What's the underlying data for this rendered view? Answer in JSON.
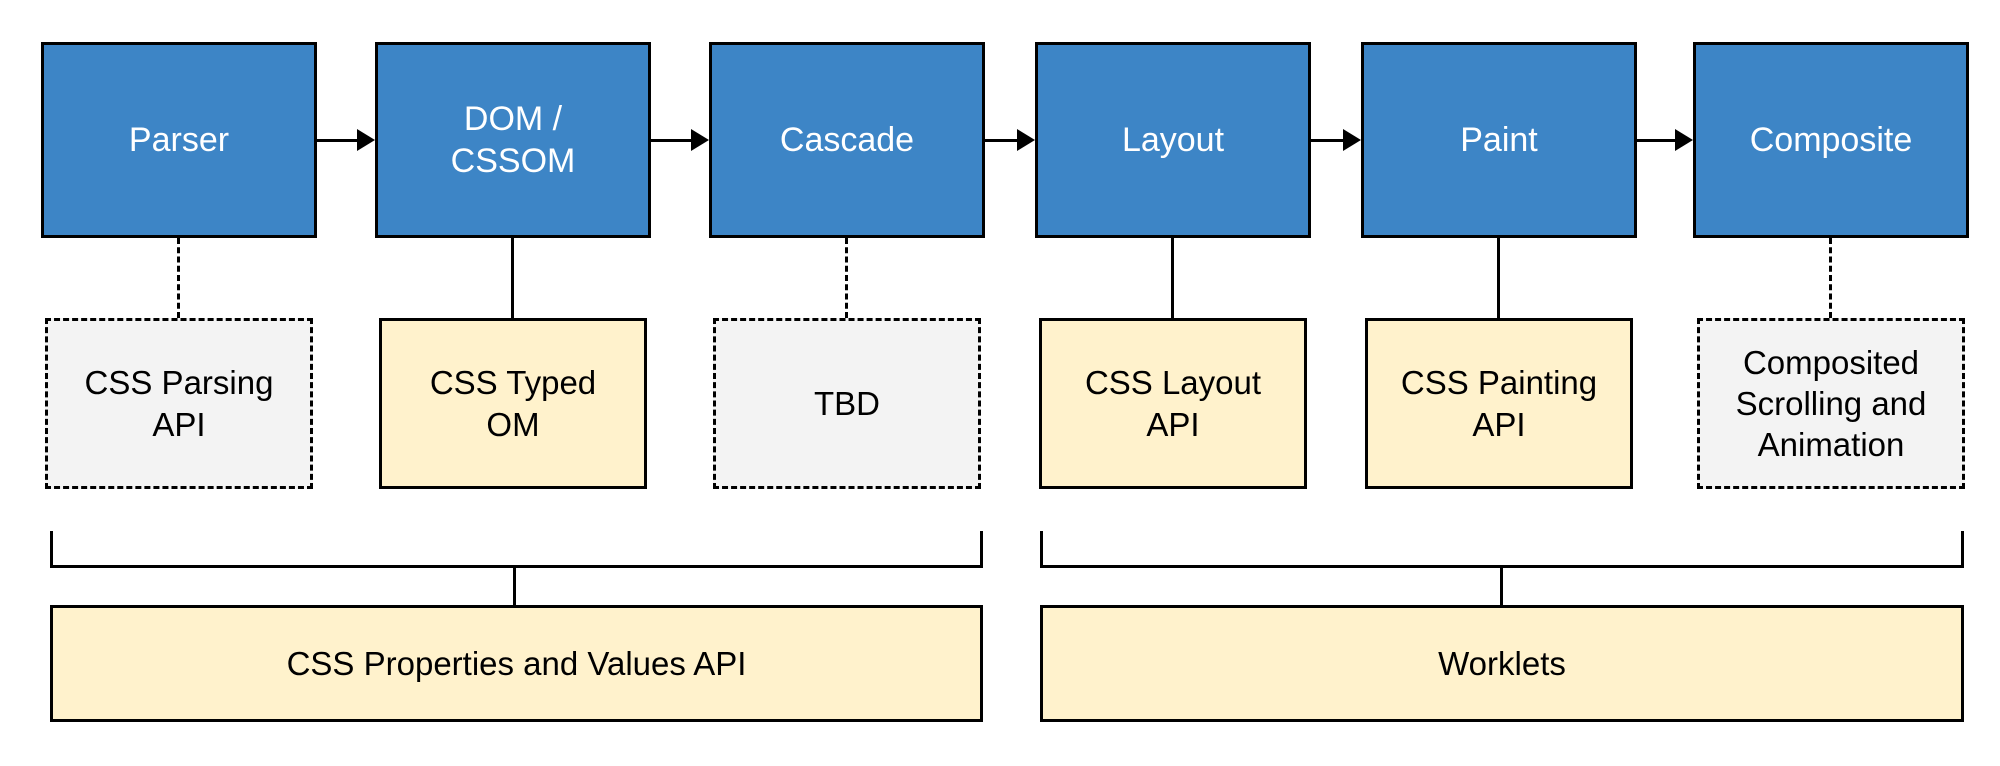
{
  "diagram_type": "css-rendering-pipeline",
  "colors": {
    "stage_fill": "#3d85c6",
    "stage_text": "#ffffff",
    "api_fill_done": "#fff2cc",
    "api_fill_tbd": "#f3f3f3",
    "group_fill": "#fff2cc",
    "line": "#000000",
    "text": "#000000"
  },
  "stages": [
    {
      "label": "Parser",
      "connector": "dashed"
    },
    {
      "label": "DOM /\nCSSOM",
      "connector": "solid"
    },
    {
      "label": "Cascade",
      "connector": "dashed"
    },
    {
      "label": "Layout",
      "connector": "solid"
    },
    {
      "label": "Paint",
      "connector": "solid"
    },
    {
      "label": "Composite",
      "connector": "dashed"
    }
  ],
  "apis": [
    {
      "label": "CSS Parsing\nAPI",
      "style": "dashed-gray"
    },
    {
      "label": "CSS Typed\nOM",
      "style": "solid-cream"
    },
    {
      "label": "TBD",
      "style": "dashed-gray"
    },
    {
      "label": "CSS Layout\nAPI",
      "style": "solid-cream"
    },
    {
      "label": "CSS Painting\nAPI",
      "style": "solid-cream"
    },
    {
      "label": "Composited\nScrolling and\nAnimation",
      "style": "dashed-gray"
    }
  ],
  "groups": [
    {
      "label": "CSS Properties and Values API"
    },
    {
      "label": "Worklets"
    }
  ]
}
